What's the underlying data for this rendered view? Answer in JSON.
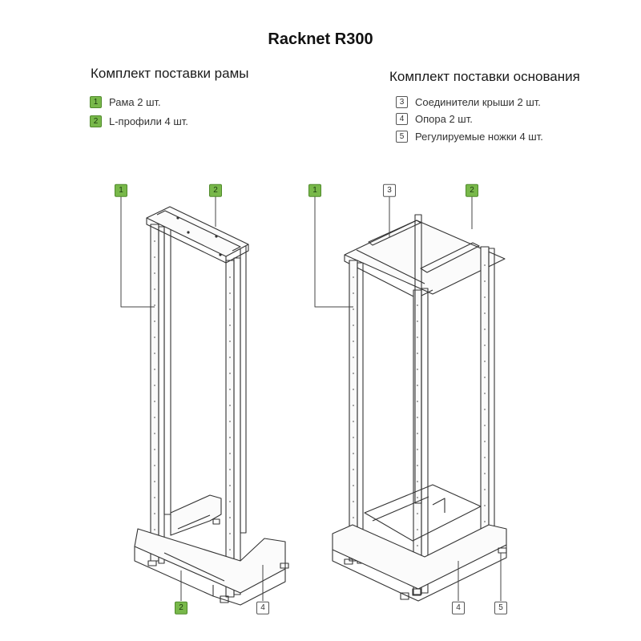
{
  "title": "Racknet R300",
  "frame_kit": {
    "heading": "Комплект поставки рамы",
    "items": [
      {
        "num": "1",
        "label": "Рама 2 шт."
      },
      {
        "num": "2",
        "label": "L-профили 4 шт."
      }
    ]
  },
  "base_kit": {
    "heading": "Комплект поставки основания",
    "items": [
      {
        "num": "3",
        "label": "Соединители крыши 2 шт."
      },
      {
        "num": "4",
        "label": "Опора 2 шт."
      },
      {
        "num": "5",
        "label": "Регулируемые ножки 4 шт."
      }
    ]
  },
  "callouts": {
    "left": [
      "1",
      "2",
      "2",
      "4"
    ],
    "right": [
      "1",
      "3",
      "2",
      "4",
      "5"
    ]
  },
  "colors": {
    "accent_green": "#78b84a",
    "line": "#333333"
  }
}
